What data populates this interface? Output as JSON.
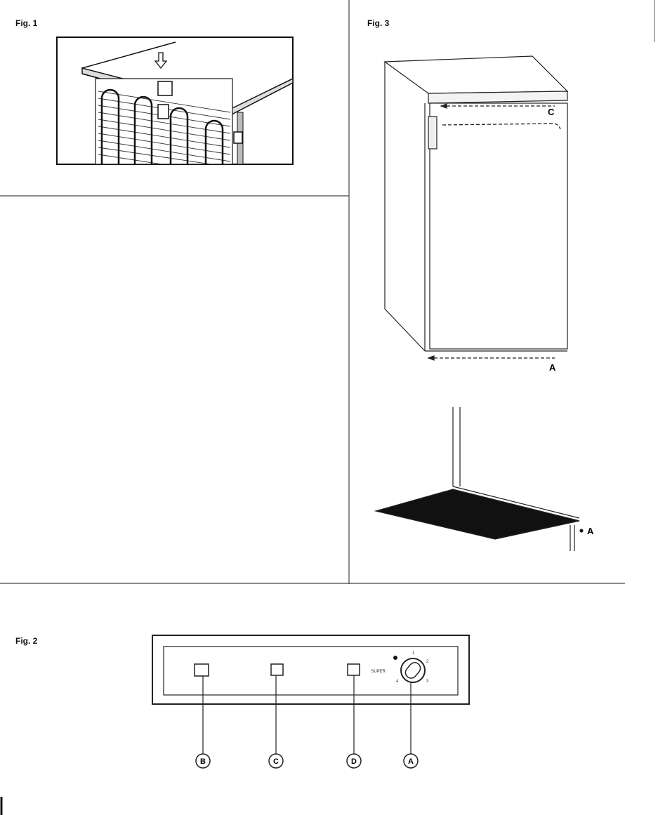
{
  "figures": {
    "fig1": {
      "label": "Fig. 1"
    },
    "fig2": {
      "label": "Fig. 2",
      "dial": {
        "super_label": "SUPER",
        "scale": [
          "1",
          "2",
          "3",
          "4"
        ]
      },
      "callouts": [
        "B",
        "C",
        "D",
        "A"
      ]
    },
    "fig3": {
      "label": "Fig. 3",
      "top_callout": "C",
      "bottom_callout": "A",
      "detail_callout": "A"
    }
  }
}
